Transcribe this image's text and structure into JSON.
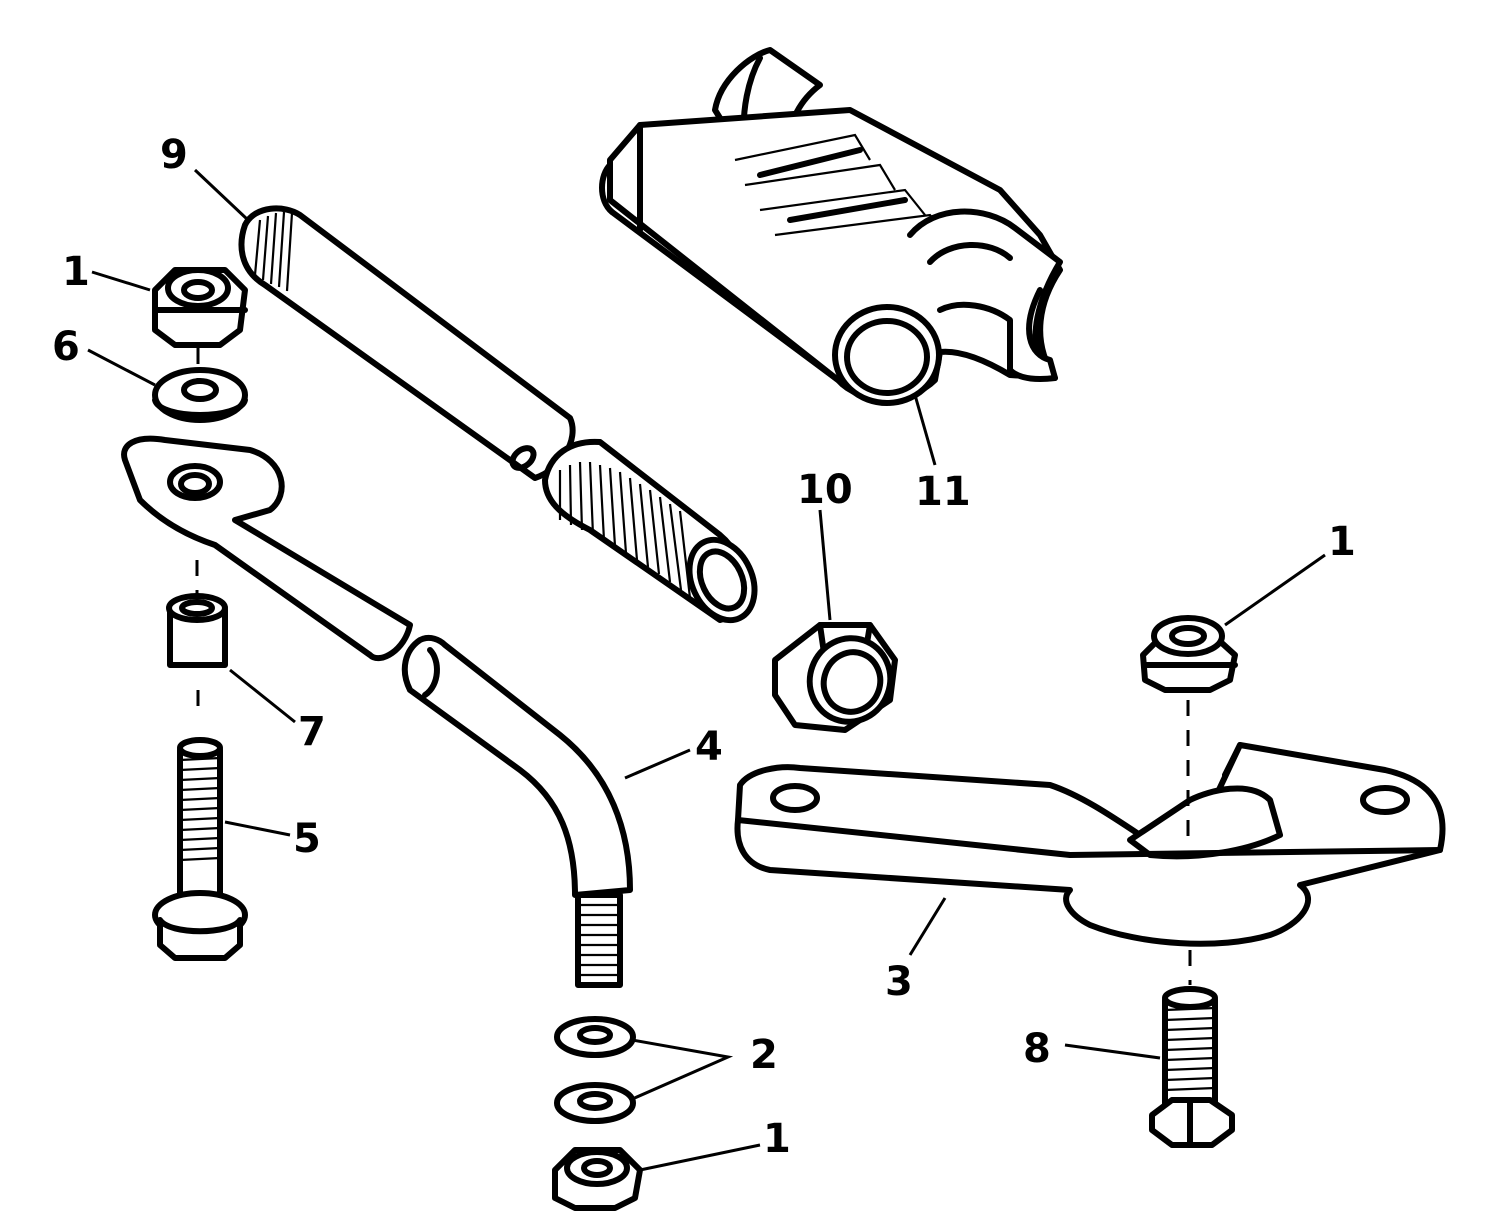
{
  "callouts": [
    {
      "id": "c9a",
      "label": "9"
    },
    {
      "id": "c1a",
      "label": "1"
    },
    {
      "id": "c6",
      "label": "6"
    },
    {
      "id": "c10",
      "label": "10"
    },
    {
      "id": "c11",
      "label": "11"
    },
    {
      "id": "c1b",
      "label": "1"
    },
    {
      "id": "c7",
      "label": "7"
    },
    {
      "id": "c4",
      "label": "4"
    },
    {
      "id": "c5",
      "label": "5"
    },
    {
      "id": "c3",
      "label": "3"
    },
    {
      "id": "c2",
      "label": "2"
    },
    {
      "id": "c8",
      "label": "8"
    },
    {
      "id": "c1c",
      "label": "1"
    }
  ]
}
